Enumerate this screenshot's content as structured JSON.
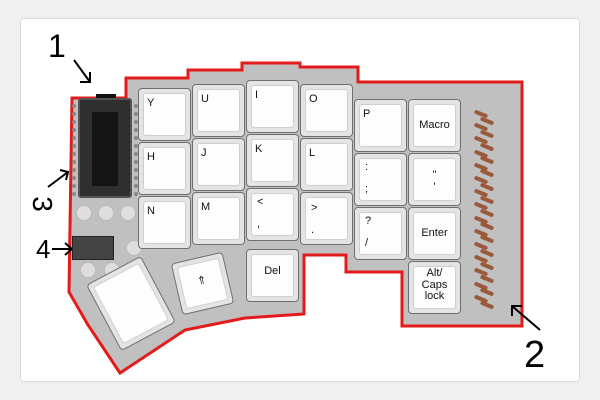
{
  "keys": {
    "y": "Y",
    "u": "U",
    "i": "I",
    "o": "O",
    "p": "P",
    "macro": "Macro",
    "h": "H",
    "j": "J",
    "k": "K",
    "l": "L",
    "colon": ":",
    "semicolon": ";",
    "dquote": "\"",
    "squote": "'",
    "n": "N",
    "m": "M",
    "lt": "<",
    "comma": ",",
    "gt": ">",
    "period": ".",
    "question": "?",
    "slash": "/",
    "enter": "Enter",
    "altcaps": "Alt/\nCaps\nlock",
    "del": "Del",
    "shift": "⇑"
  },
  "annotations": [
    "1",
    "2",
    "3",
    "4"
  ],
  "colors": {
    "outline": "#e31b1b",
    "plate": "#c0c0c0"
  }
}
